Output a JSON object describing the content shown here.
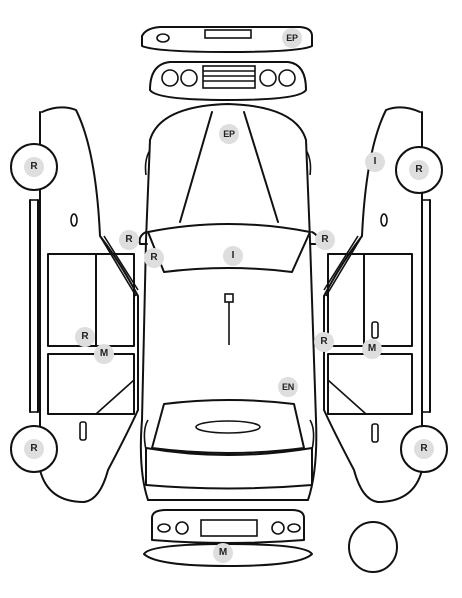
{
  "markers": {
    "front_bumper_ep": "EP",
    "hood_ep": "EP",
    "left_front_wheel_r": "R",
    "left_rear_wheel_r": "R",
    "right_front_wheel_r": "R",
    "right_rear_wheel_r": "R",
    "right_fender_i": "I",
    "left_mirror_r": "R",
    "right_mirror_r": "R",
    "left_a_pillar_r": "R",
    "windshield_i": "I",
    "left_door_handle_r": "R",
    "left_door_m": "M",
    "right_door_r": "R",
    "right_door_m": "M",
    "roof_en": "EN",
    "rear_bumper_m": "M"
  }
}
